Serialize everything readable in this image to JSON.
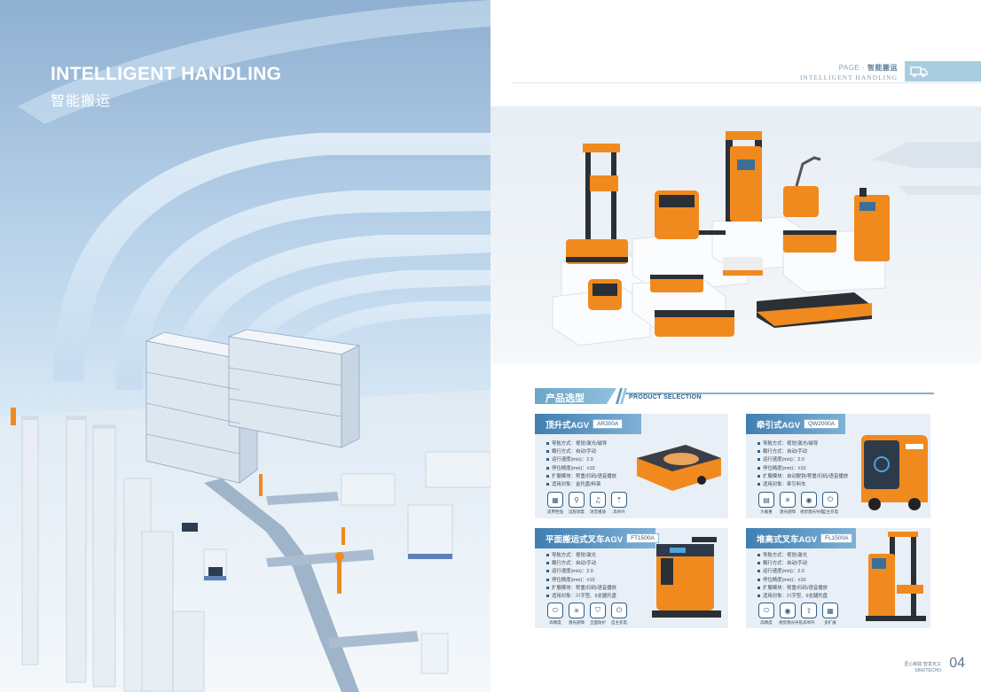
{
  "left": {
    "title_en": "INTELLIGENT HANDLING",
    "title_cn": "智能搬运"
  },
  "header": {
    "page_label": "PAGE",
    "page_cn": "智能搬运",
    "page_en": "INTELLIGENT HANDLING",
    "icon": "truck-icon"
  },
  "selection": {
    "title_cn": "产品选型",
    "title_en": "PRODUCT SELECTION"
  },
  "products": [
    {
      "name": "顶升式AGV",
      "model": "AR300A",
      "specs": [
        "导航方式：视觉/激光/磁导",
        "载行方式：自动/手动",
        "运行速度(m/s)：2.0",
        "停位精度(mm)：±10",
        "扩展模块：称重/扫码/语音播放",
        "适用对象：金托盘/料架"
      ],
      "features": [
        {
          "icon": "grid-icon",
          "glyph": "▦",
          "label": "适用性强"
        },
        {
          "icon": "joystick-icon",
          "glyph": "⚲",
          "label": "远程调度"
        },
        {
          "icon": "mic-icon",
          "glyph": "♫",
          "label": "语音播放"
        },
        {
          "icon": "lift-icon",
          "glyph": "⇡",
          "label": "高举升"
        }
      ]
    },
    {
      "name": "牵引式AGV",
      "model": "QW2000A",
      "specs": [
        "导航方式：视觉/激光/磁导",
        "载行方式：自动/手动",
        "运行速度(m/s)：2.0",
        "停位精度(mm)：±10",
        "扩展模块：自动脱钩/称重/扫码/语音播放",
        "适用对象：牵引料车"
      ],
      "features": [
        {
          "icon": "battery-icon",
          "glyph": "▤",
          "label": "大载重"
        },
        {
          "icon": "laser-icon",
          "glyph": "✳",
          "label": "激光避障"
        },
        {
          "icon": "eye-icon",
          "glyph": "◉",
          "label": "视觉激光导航"
        },
        {
          "icon": "plug-icon",
          "glyph": "⏻",
          "label": "自主充电"
        }
      ]
    },
    {
      "name": "平面搬运式叉车AGV",
      "model": "FT1500A",
      "specs": [
        "导航方式：视觉/激光",
        "载行方式：自动/手动",
        "运行速度(m/s)：2.0",
        "停位精度(mm)：±10",
        "扩展模块：称重/扫码/语音播放",
        "适用对象：川字型、9支腿托盘"
      ],
      "features": [
        {
          "icon": "pill-icon",
          "glyph": "⬭",
          "label": "高精度"
        },
        {
          "icon": "laser-icon",
          "glyph": "✳",
          "label": "激光避障"
        },
        {
          "icon": "shield-icon",
          "glyph": "⛉",
          "label": "全面防护"
        },
        {
          "icon": "plug-icon",
          "glyph": "⏻",
          "label": "自主充电"
        }
      ]
    },
    {
      "name": "堆高式叉车AGV",
      "model": "FL1500A",
      "specs": [
        "导航方式：视觉/激光",
        "载行方式：自动/手动",
        "运行速度(m/s)：2.0",
        "停位精度(mm)：±10",
        "扩展模块：称重/扫码/语音播放",
        "适用对象：川字型、9支腿托盘"
      ],
      "features": [
        {
          "icon": "pill-icon",
          "glyph": "⬭",
          "label": "高精度"
        },
        {
          "icon": "eye-icon",
          "glyph": "◉",
          "label": "视觉激光导航"
        },
        {
          "icon": "lift-height-icon",
          "glyph": "⇧",
          "label": "高举升"
        },
        {
          "icon": "grid-icon",
          "glyph": "▦",
          "label": "多扩展"
        }
      ]
    }
  ],
  "footer": {
    "brand_cn": "匠心制造 智享天工",
    "brand_en": "SINOTECHO",
    "page_number": "04"
  },
  "colors": {
    "accent": "#3f7fb1",
    "orange": "#f08a1f",
    "light_blue": "#a9cde0"
  }
}
